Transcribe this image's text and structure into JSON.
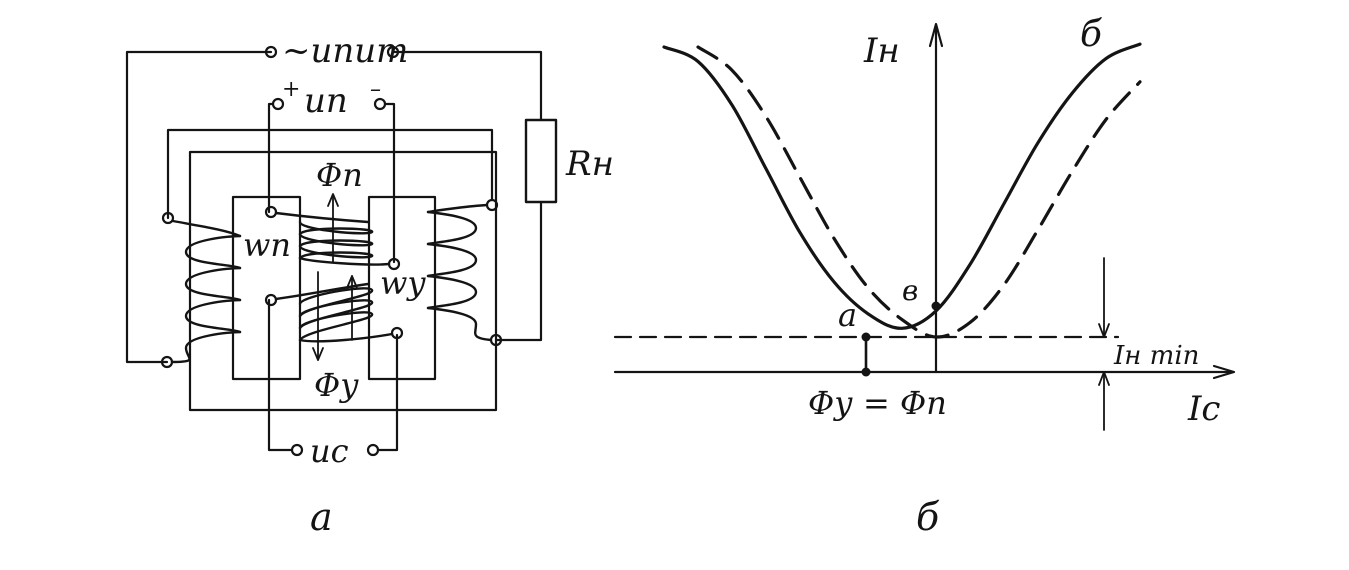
{
  "circuit": {
    "supply_label": "~uпит",
    "bias_plus": "+",
    "bias_label": "uп",
    "bias_minus": "–",
    "load_label": "Rн",
    "flux_bias_label": "Φп",
    "flux_control_label": "Φу",
    "winding_bias_label": "wп",
    "winding_control_label": "wу",
    "control_voltage_label": "uс",
    "caption": "а"
  },
  "characteristic": {
    "y_axis_label": "Iн",
    "x_axis_label": "Iс",
    "point_a": "a",
    "point_b": "в",
    "curve_label": "б",
    "min_current_label": "Iн min",
    "equality_label": "Φу = Φп",
    "caption": "б"
  },
  "chart_data": {
    "type": "line",
    "xlabel": "Iс",
    "ylabel": "Iн",
    "x": [
      -8,
      -7,
      -6,
      -5,
      -4,
      -3,
      -2,
      -1,
      0,
      1,
      2,
      3,
      4,
      5,
      6
    ],
    "series": [
      {
        "values": [
          1.0,
          0.95,
          0.8,
          0.58,
          0.36,
          0.19,
          0.08,
          0.03,
          0.09,
          0.25,
          0.46,
          0.67,
          0.84,
          0.96,
          1.01
        ]
      },
      {
        "values": [
          null,
          1.0,
          0.92,
          0.76,
          0.55,
          0.34,
          0.17,
          0.06,
          0.0,
          0.05,
          0.18,
          0.37,
          0.57,
          0.75,
          0.88
        ]
      }
    ],
    "min_level": 0.0,
    "xlim": [
      -8.5,
      7.5
    ],
    "ylim": [
      -0.1,
      1.15
    ]
  }
}
